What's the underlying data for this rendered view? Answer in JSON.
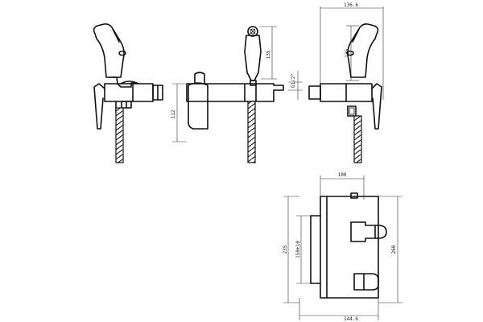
{
  "drawing": {
    "side_view": {
      "height_label": "112"
    },
    "front_view": {
      "head_label": "135",
      "thread_label": "G1/2\""
    },
    "right_view": {
      "width_label": "136.6",
      "head_label": "135"
    },
    "top_view": {
      "width_label": "100",
      "height_left_label": "235",
      "center_label": "150±10",
      "height_right_label": "260",
      "bottom_label": "144.6"
    }
  }
}
